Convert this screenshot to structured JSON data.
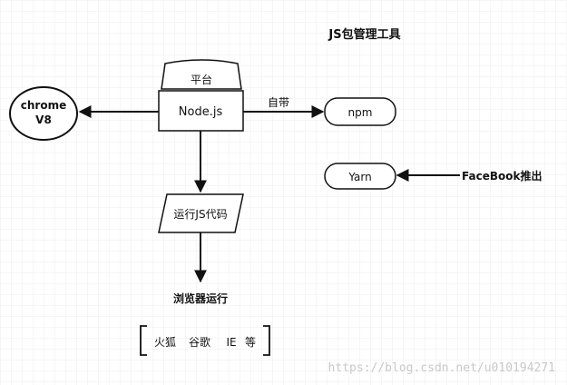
{
  "title": "JS包管理工具",
  "nodes": {
    "nodejs": "Node.js",
    "platform": "平台",
    "chrome_line1": "chrome",
    "chrome_line2": "V8",
    "npm": "npm",
    "yarn": "Yarn",
    "run_js": "运行JS代码",
    "browser_run": "浏览器运行",
    "browsers": [
      "火狐",
      "谷歌",
      "IE",
      "等"
    ]
  },
  "edge_labels": {
    "builtin": "自带",
    "facebook": "FaceBook推出"
  },
  "watermark": "https://blog.csdn.net/u010194271",
  "colors": {
    "grid": "#e8e8e8",
    "stroke": "#111111",
    "fill": "#ffffff"
  }
}
